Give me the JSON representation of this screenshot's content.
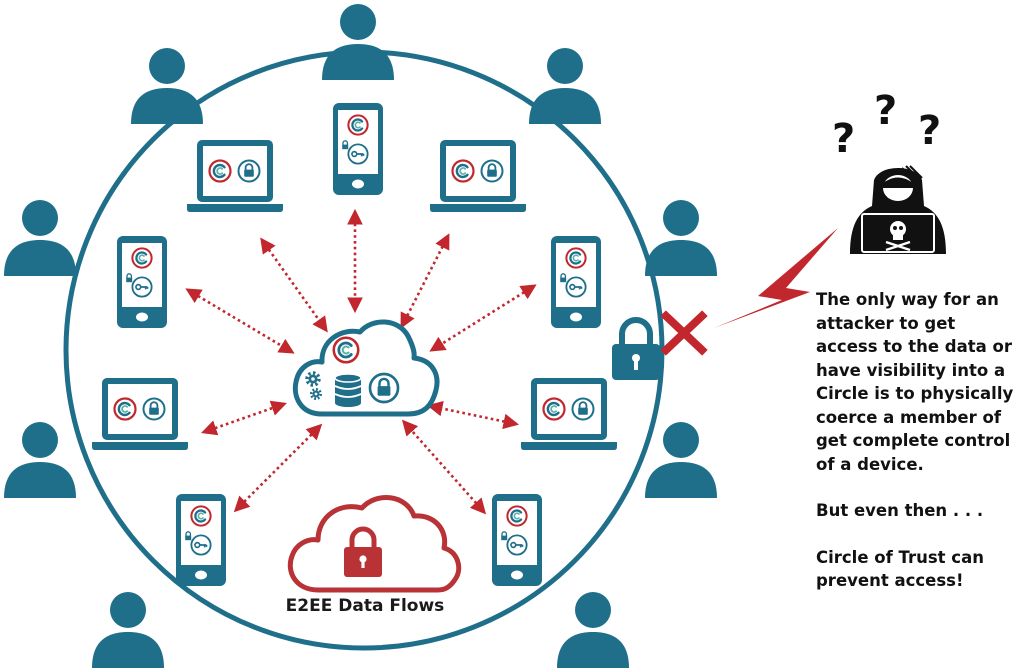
{
  "colors": {
    "teal": "#1f6f8b",
    "red": "#c1272d",
    "cloud_red": "#b83236",
    "white": "#ffffff",
    "black": "#111111"
  },
  "icons": {
    "person": "user-icon",
    "laptop": "laptop-icon",
    "phone": "smartphone-icon",
    "circle_logo": "circle-app-logo",
    "lock": "padlock-icon",
    "key": "key-icon",
    "gear": "gear-icon",
    "database": "database-icon",
    "cloud": "cloud-icon",
    "hacker": "hooded-hacker-icon",
    "skull": "skull-icon",
    "lightning": "lightning-bolt-icon",
    "blocked": "red-x-icon"
  },
  "hacker": {
    "question_marks": [
      "?",
      "?",
      "?"
    ]
  },
  "flows_label": "E2EE Data Flows",
  "caption": {
    "main": "The only way for an attacker to get access to the data or have visibility into a Circle is to physically coerce a member of get complete control of a device.",
    "but": "But even then . . .",
    "end": "Circle of Trust can prevent access!"
  }
}
